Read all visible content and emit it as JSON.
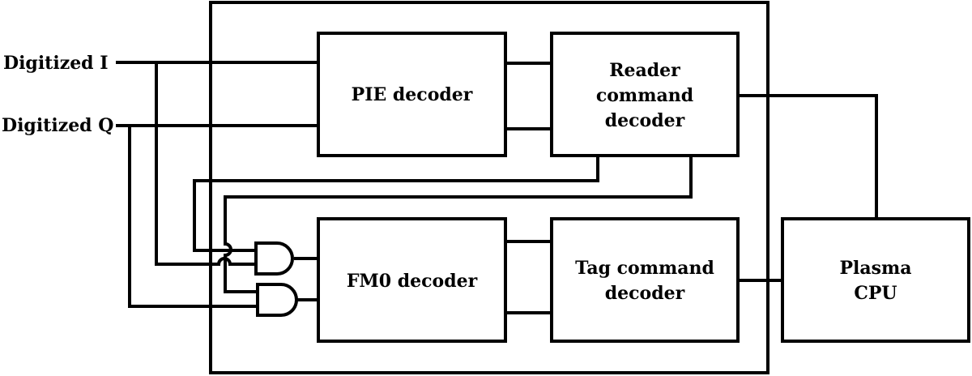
{
  "inputs": {
    "i_label": "Digitized I",
    "q_label": "Digitized Q"
  },
  "blocks": {
    "pie_decoder": "PIE decoder",
    "reader_command_decoder": [
      "Reader",
      "command",
      "decoder"
    ],
    "fm0_decoder": "FM0 decoder",
    "tag_command_decoder": [
      "Tag command",
      "decoder"
    ],
    "plasma_cpu": [
      "Plasma",
      "CPU"
    ]
  }
}
